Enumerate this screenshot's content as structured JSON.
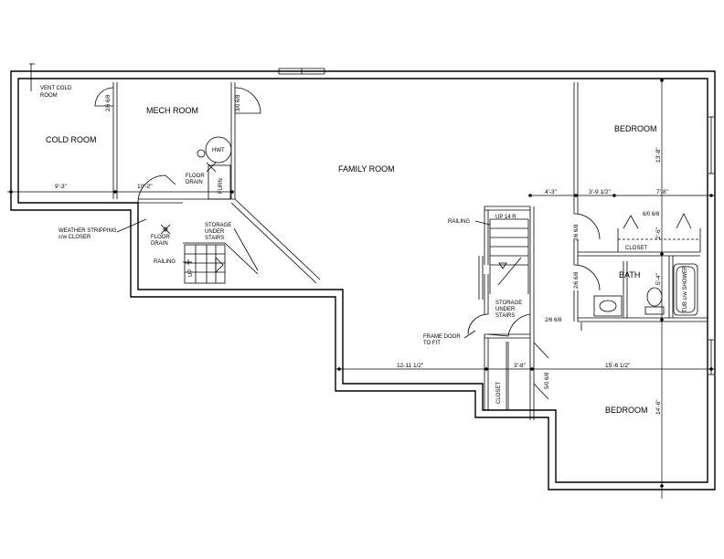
{
  "rooms": {
    "cold_room": "COLD ROOM",
    "mech_room": "MECH ROOM",
    "family_room": "FAMILY ROOM",
    "bedroom_upper": "BEDROOM",
    "bedroom_lower": "BEDROOM",
    "bath": "BATH"
  },
  "notes": {
    "vent_1": "VENT COLD",
    "vent_2": "ROOM",
    "floor_drain_1a": "FLOOR",
    "floor_drain_1b": "DRAIN",
    "floor_drain_2a": "FLOOR",
    "floor_drain_2b": "DRAIN",
    "weather_1": "WEATHER STRIPPING",
    "weather_2": "c/w CLOSER",
    "storage_left_1": "STORAGE",
    "storage_left_2": "UNDER",
    "storage_left_3": "STAIRS",
    "railing_left": "RAILING",
    "railing_right": "RAILING",
    "up_left": "UP",
    "up_right": "UP 14 R",
    "storage_right_1": "STORAGE",
    "storage_right_2": "UNDER",
    "storage_right_3": "STAIRS",
    "frame_door_1": "FRAME DOOR",
    "frame_door_2": "TO FIT",
    "hwt": "HWT",
    "furn": "FURN",
    "closet_bed": "CLOSET",
    "closet_lower": "CLOSET",
    "tub": "TUB c/w SHOWER"
  },
  "door_sizes": {
    "cold_door": "2/6 6/8",
    "mech_door": "3/0 6/8",
    "bed1_door": "2/6 6/8",
    "closet_door": "6/0 6/8",
    "bath_door": "2/6 6/8",
    "stor_door": "2/6 6/8",
    "closet2_door": "5/0 6/8"
  },
  "dimensions": {
    "d_9_3": "9'-3\"",
    "d_10_2": "10'-2\"",
    "d_4_3": "4'-3\"",
    "d_3_9": "3'-9 1/2\"",
    "d_7_8": "7'-8\"",
    "d_13_8": "13'-8\"",
    "d_2_6": "2'-6\"",
    "d_5_4": "5'-4\"",
    "d_12_11": "12-11 1/2\"",
    "d_3_8": "3'-8\"",
    "d_15_6": "15'-6 1/2\"",
    "d_14_6": "14'-6\""
  }
}
